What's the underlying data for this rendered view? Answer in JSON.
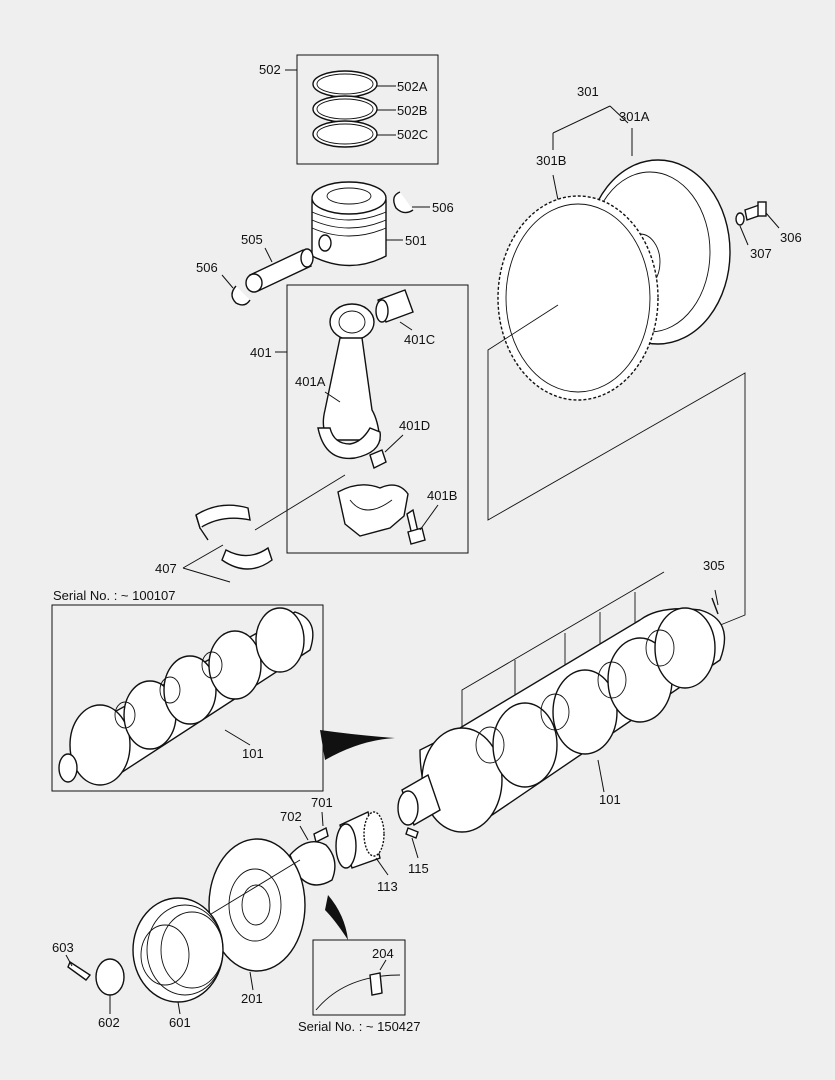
{
  "labels": {
    "l502": "502",
    "l502A": "502A",
    "l502B": "502B",
    "l502C": "502C",
    "l506a": "506",
    "l505": "505",
    "l501": "501",
    "l506b": "506",
    "l401": "401",
    "l401C": "401C",
    "l401A": "401A",
    "l401D": "401D",
    "l401B": "401B",
    "l407": "407",
    "l301": "301",
    "l301A": "301A",
    "l301B": "301B",
    "l306": "306",
    "l307": "307",
    "l305": "305",
    "serial1": "Serial No. : ~ 100107",
    "l101a": "101",
    "l101b": "101",
    "l701": "701",
    "l702": "702",
    "l115": "115",
    "l113": "113",
    "l603": "603",
    "l602": "602",
    "l601": "601",
    "l201": "201",
    "l204": "204",
    "serial2": "Serial No. : ~ 150427"
  },
  "icons": [
    "piston-ring-icon",
    "piston-icon",
    "connecting-rod-icon",
    "flywheel-icon",
    "crankshaft-icon",
    "pulley-icon",
    "damper-icon",
    "bolt-icon"
  ]
}
